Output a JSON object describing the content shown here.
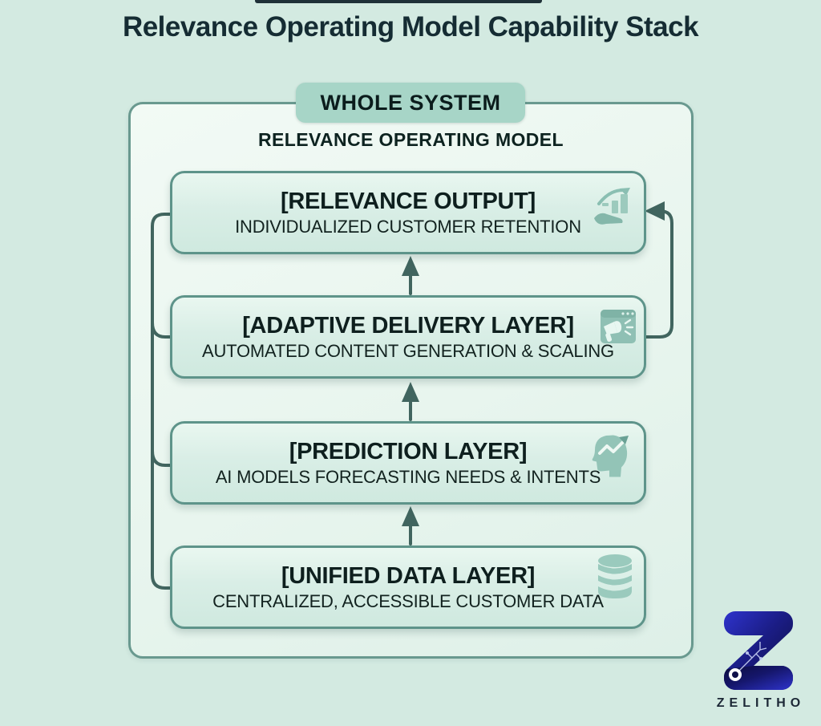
{
  "page": {
    "title": "Relevance Operating Model Capability Stack"
  },
  "system": {
    "badge_label": "WHOLE SYSTEM",
    "subtitle": "RELEVANCE OPERATING MODEL"
  },
  "layers": [
    {
      "title": "[RELEVANCE OUTPUT]",
      "subtitle": "INDIVIDUALIZED CUSTOMER RETENTION",
      "icon": "growth-chart-hand-icon"
    },
    {
      "title": "[ADAPTIVE DELIVERY LAYER]",
      "subtitle": "AUTOMATED CONTENT GENERATION & SCALING",
      "icon": "browser-megaphone-icon"
    },
    {
      "title": "[PREDICTION LAYER]",
      "subtitle": "AI MODELS FORECASTING NEEDS & INTENTS",
      "icon": "head-forecast-icon"
    },
    {
      "title": "[UNIFIED DATA LAYER]",
      "subtitle": "CENTRALIZED, ACCESSIBLE CUSTOMER DATA",
      "icon": "database-icon"
    }
  ],
  "connections": {
    "upward_arrows": 3,
    "feedback_loop": "adaptive-delivery-layer to relevance-output",
    "left_bracket": "relevance-output to unified-data-layer"
  },
  "branding": {
    "logo_text": "ZELITHO"
  },
  "colors": {
    "page_bg": "#d3eae1",
    "panel_border": "#69998f",
    "box_border": "#5e948a",
    "box_bg": "#d9eee6",
    "badge_bg": "#a7d5c7",
    "connector": "#41655f",
    "text_dark": "#0e1f1e",
    "icon_teal": "#8fc0b4",
    "logo_blue": "#2a2fc0",
    "logo_navy": "#11114a"
  }
}
